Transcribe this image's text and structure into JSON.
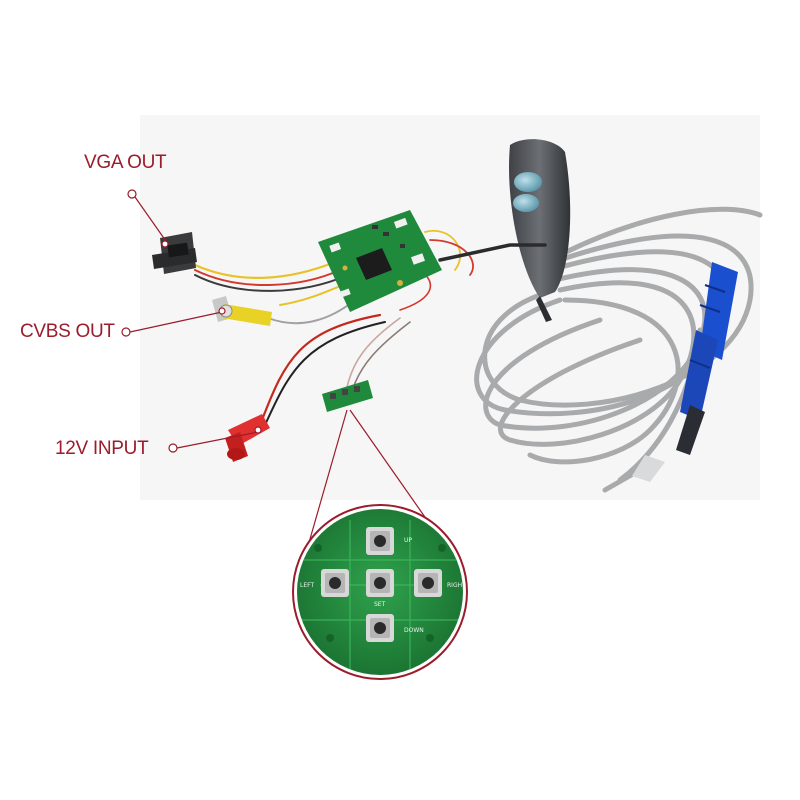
{
  "labels": {
    "vga_out": "VGA OUT",
    "cvbs_out": "CVBS OUT",
    "input_12v": "12V INPUT"
  },
  "keypad_silkscreen": {
    "up": "UP",
    "down": "DOWN",
    "left": "LEFT",
    "right": "RIGHT",
    "set": "SET"
  },
  "colors": {
    "label_red": "#9b1c2b",
    "pcb_green": "#1f8a3c",
    "cable_gray": "#a9aaac",
    "probe_blue": "#1a4fd0",
    "handle_gray": "#55585c",
    "handle_button": "#6fa9bd"
  }
}
